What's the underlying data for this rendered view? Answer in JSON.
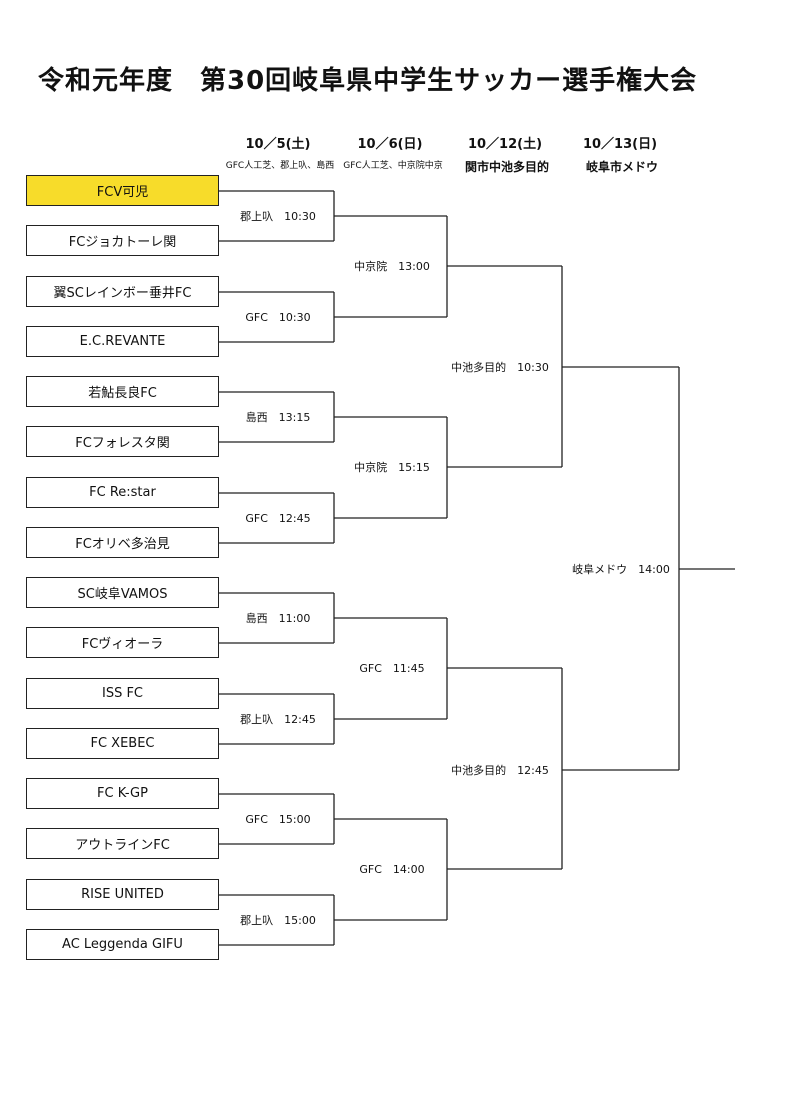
{
  "title": "令和元年度　第30回岐阜県中学生サッカー選手権大会",
  "dates": [
    {
      "date": "10／5(土)",
      "venue": "GFC人工芝、郡上叺、島西"
    },
    {
      "date": "10／6(日)",
      "venue": "GFC人工芝、中京院中京"
    },
    {
      "date": "10／12(土)",
      "venue": "関市中池多目的"
    },
    {
      "date": "10／13(日)",
      "venue": "岐阜市メドウ"
    }
  ],
  "teams": [
    {
      "name": "FCV可児",
      "highlight": true
    },
    {
      "name": "FCジョカトーレ関"
    },
    {
      "name": "翼SCレインボー垂井FC"
    },
    {
      "name": "E.C.REVANTE"
    },
    {
      "name": "若鮎長良FC"
    },
    {
      "name": "FCフォレスタ関"
    },
    {
      "name": "FC Re:star"
    },
    {
      "name": "FCオリベ多治見"
    },
    {
      "name": "SC岐阜VAMOS"
    },
    {
      "name": "FCヴィオーラ"
    },
    {
      "name": "ISS FC"
    },
    {
      "name": "FC XEBEC"
    },
    {
      "name": "FC K-GP"
    },
    {
      "name": "アウトラインFC"
    },
    {
      "name": "RISE UNITED"
    },
    {
      "name": "AC Leggenda GIFU"
    }
  ],
  "rounds": [
    [
      "郡上叺　10:30",
      "GFC　10:30",
      "島西　13:15",
      "GFC　12:45",
      "島西　11:00",
      "郡上叺　12:45",
      "GFC　15:00",
      "郡上叺　15:00"
    ],
    [
      "中京院　13:00",
      "中京院　15:15",
      "GFC　11:45",
      "GFC　14:00"
    ],
    [
      "中池多目的　10:30",
      "中池多目的　12:45"
    ],
    [
      "岐阜メドウ　14:00"
    ]
  ]
}
